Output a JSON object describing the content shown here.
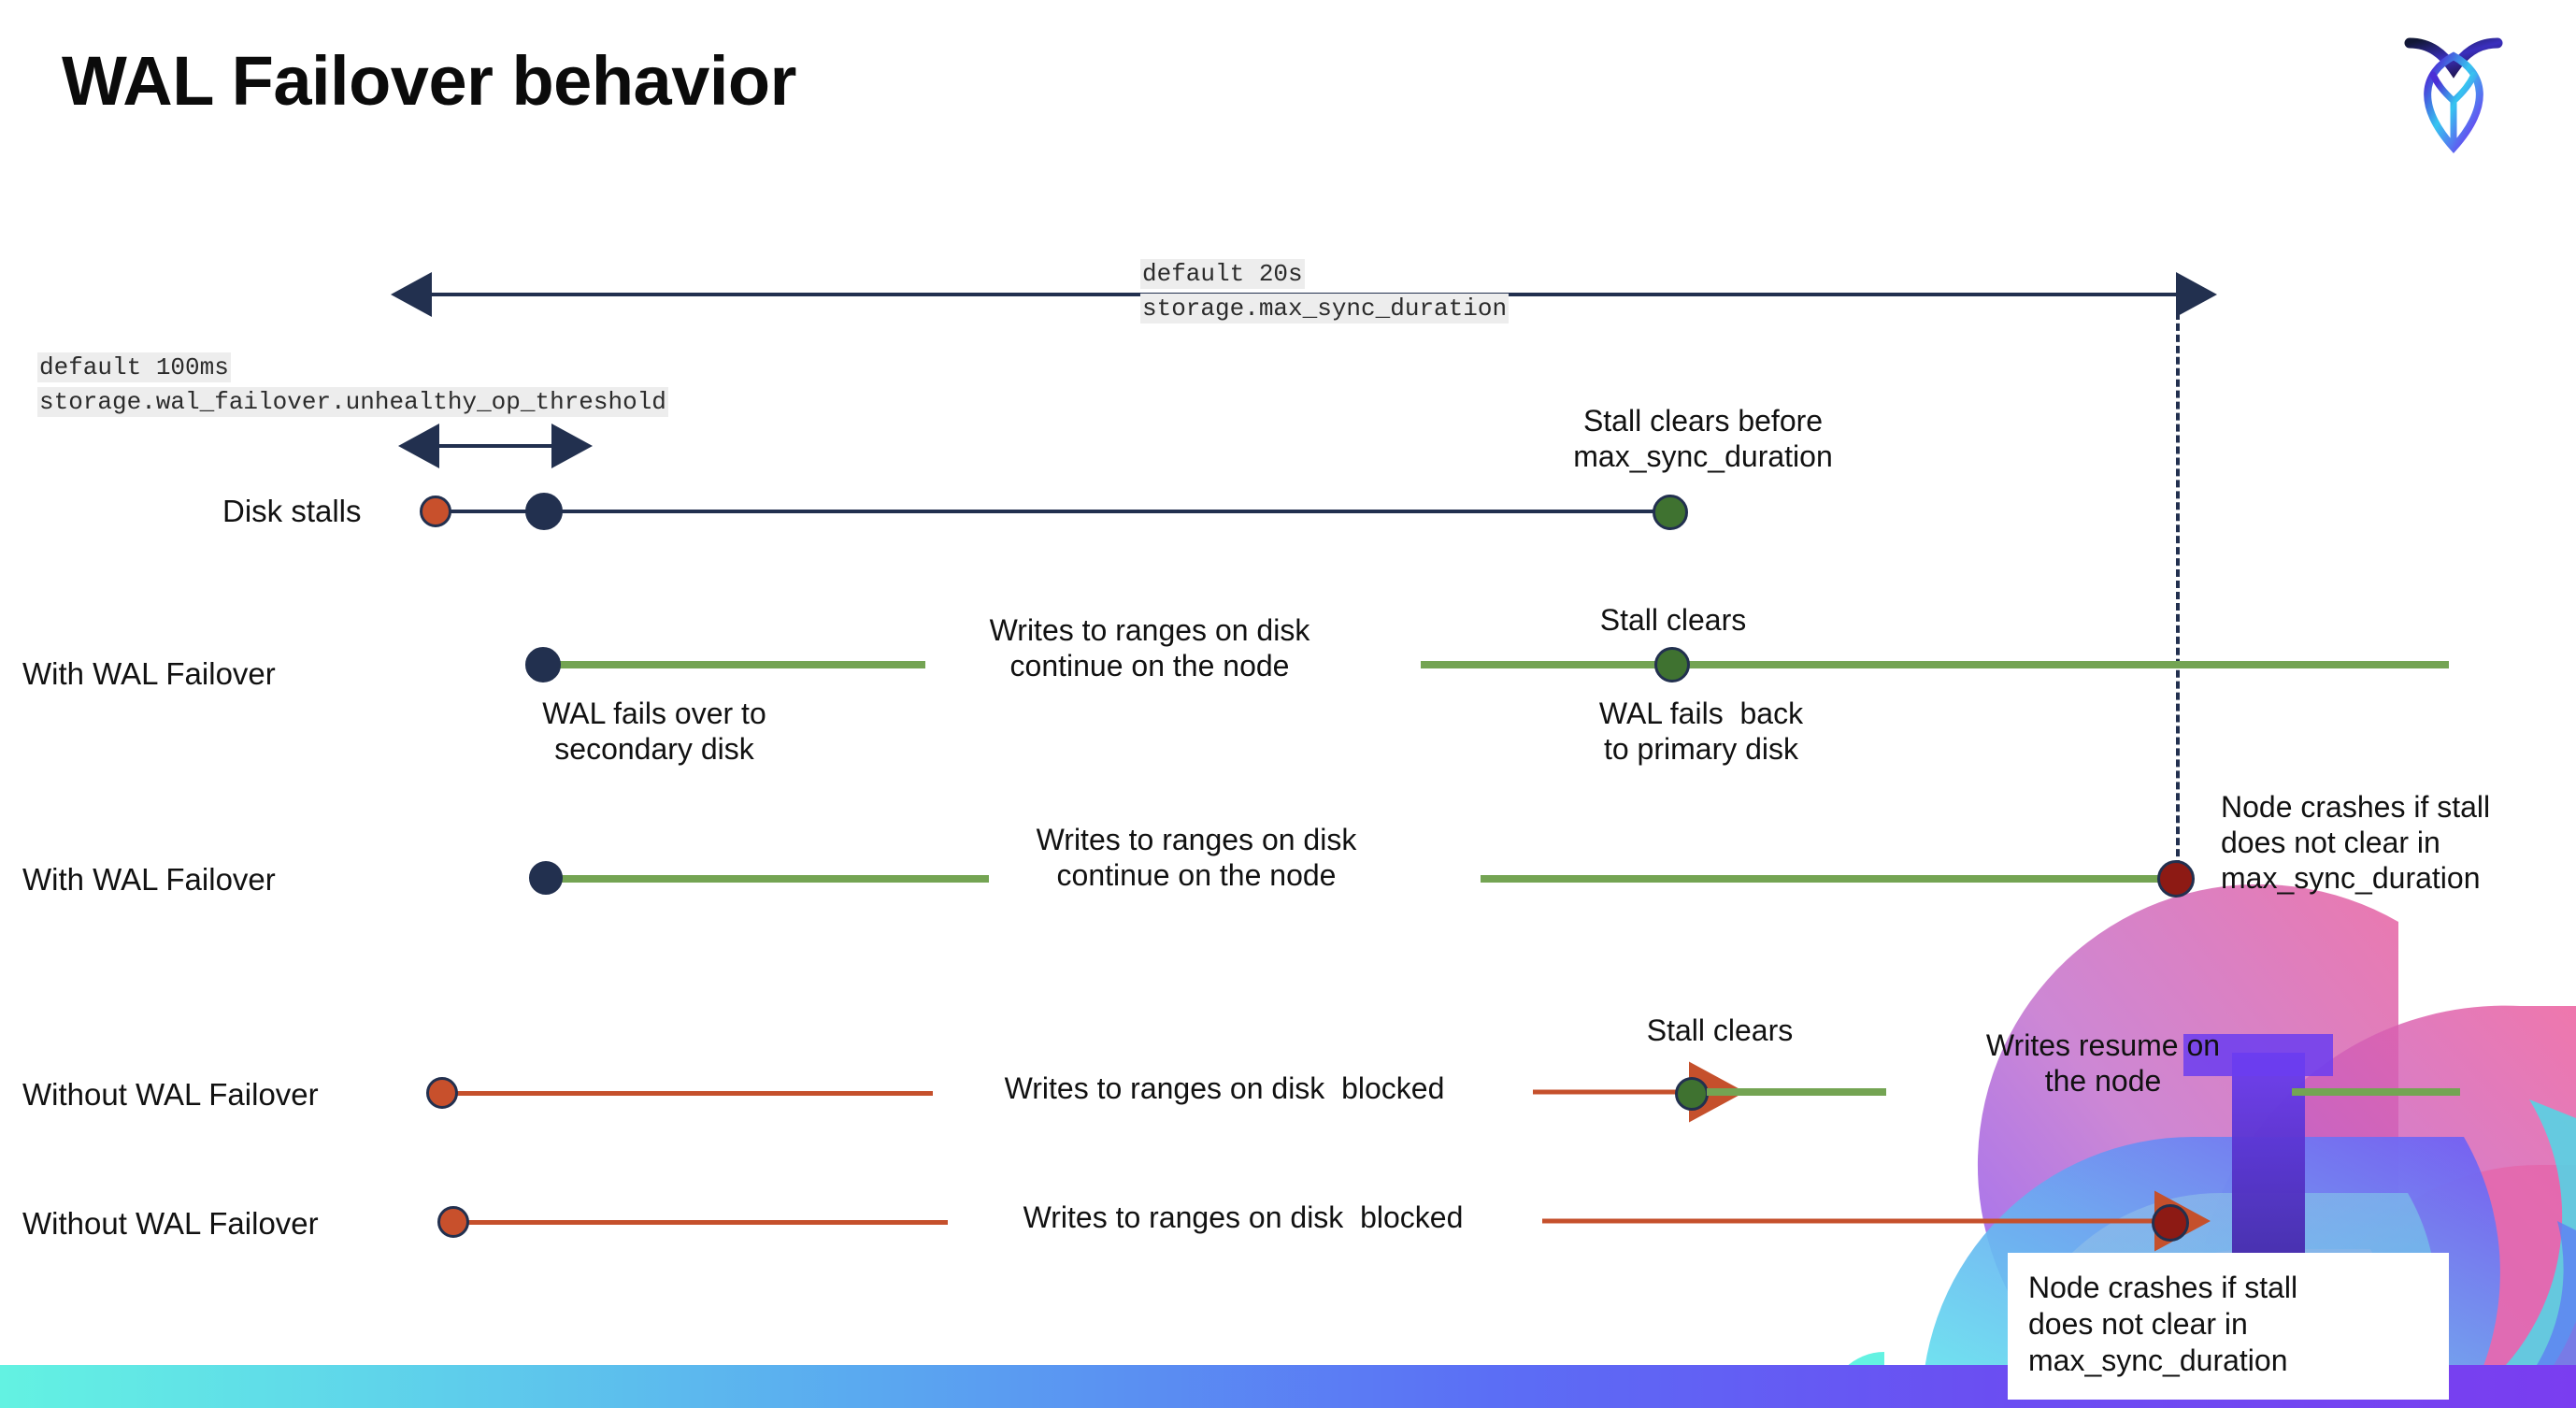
{
  "slide": {
    "title": "WAL Failover behavior",
    "logo_name": "cockroachdb-logo"
  },
  "annotations": {
    "max_sync": {
      "line1": "default 20s",
      "line2": "storage.max_sync_duration"
    },
    "unhealthy": {
      "line1": "default 100ms",
      "line2": "storage.wal_failover.unhealthy_op_threshold"
    }
  },
  "rows": [
    {
      "label": "Disk stalls",
      "notes": [
        {
          "text": "Stall clears before\nmax_sync_duration"
        }
      ]
    },
    {
      "label": "With WAL Failover",
      "notes": [
        {
          "text": "Writes to ranges on disk\ncontinue on the node"
        },
        {
          "text": "Stall clears"
        },
        {
          "text": "WAL fails over to\nsecondary disk"
        },
        {
          "text": "WAL fails  back\nto primary disk"
        }
      ]
    },
    {
      "label": "With WAL Failover",
      "notes": [
        {
          "text": "Writes to ranges on disk\ncontinue on the node"
        },
        {
          "text": "Node crashes if stall\ndoes not clear in\nmax_sync_duration"
        }
      ]
    },
    {
      "label": "Without WAL Failover",
      "notes": [
        {
          "text": "Writes to ranges on disk  blocked"
        },
        {
          "text": "Stall clears"
        },
        {
          "text": "Writes resume on\nthe node"
        }
      ]
    },
    {
      "label": "Without WAL Failover",
      "notes": [
        {
          "text": "Writes to ranges on disk  blocked"
        },
        {
          "text": "Node crashes if stall\ndoes not clear in\nmax_sync_duration"
        }
      ]
    }
  ],
  "colors": {
    "navy": "#22304f",
    "green_line": "#74a453",
    "green_dot": "#3f7230",
    "red_line": "#c5502c",
    "orange_dot": "#c8502c",
    "dark_red_dot": "#8d1a14",
    "code_bg": "#ededed"
  }
}
